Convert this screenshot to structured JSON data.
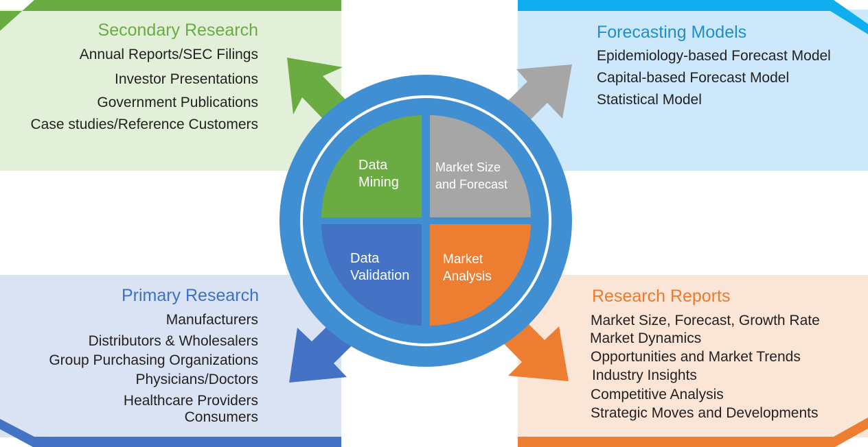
{
  "center": {
    "quadrants": [
      {
        "id": "mining",
        "label": "Data\nMining",
        "color": "#6aab42"
      },
      {
        "id": "size",
        "label": "Market Size\nand Forecast",
        "color": "#a6a6a6"
      },
      {
        "id": "validation",
        "label": "Data\nValidation",
        "color": "#4472c4"
      },
      {
        "id": "analysis",
        "label": "Market\nAnalysis",
        "color": "#ed7d31"
      }
    ],
    "ring_color": "#3f8fd2"
  },
  "secondary": {
    "title": "Secondary Research",
    "items": [
      "Annual Reports/SEC Filings",
      "Investor Presentations",
      "Government Publications",
      "Case studies/Reference Customers"
    ],
    "fill": "#e2f0d9",
    "accent": "#6aab42"
  },
  "forecasting": {
    "title": "Forecasting Models",
    "items": [
      "Epidemiology-based Forecast Model",
      "Capital-based Forecast Model",
      "Statistical Model"
    ],
    "fill": "#cce8fa",
    "accent": "#10aeef"
  },
  "primary": {
    "title": "Primary Research",
    "items": [
      "Manufacturers",
      "Distributors & Wholesalers",
      "Group Purchasing Organizations",
      "Physicians/Doctors",
      "Healthcare Providers",
      "Consumers"
    ],
    "fill": "#dae3f3",
    "accent": "#4472c4"
  },
  "reports": {
    "title": "Research Reports",
    "items": [
      "Market Size, Forecast, Growth Rate",
      "Market Dynamics",
      "Opportunities and Market Trends",
      "Industry Insights",
      "Competitive Analysis",
      "Strategic Moves and Developments"
    ],
    "fill": "#fbe5d6",
    "accent": "#ed7d31"
  }
}
